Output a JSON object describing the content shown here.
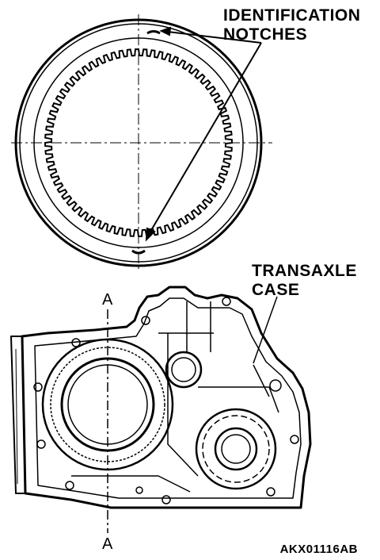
{
  "labels": {
    "identification_line1": "IDENTIFICATION",
    "identification_line2": "NOTCHES",
    "transaxle_line1": "TRANSAXLE",
    "transaxle_line2": "CASE",
    "section_top": "A",
    "section_bottom": "A",
    "figure_id": "AKX01116AB"
  },
  "colors": {
    "ink": "#000000",
    "paper": "#ffffff"
  }
}
